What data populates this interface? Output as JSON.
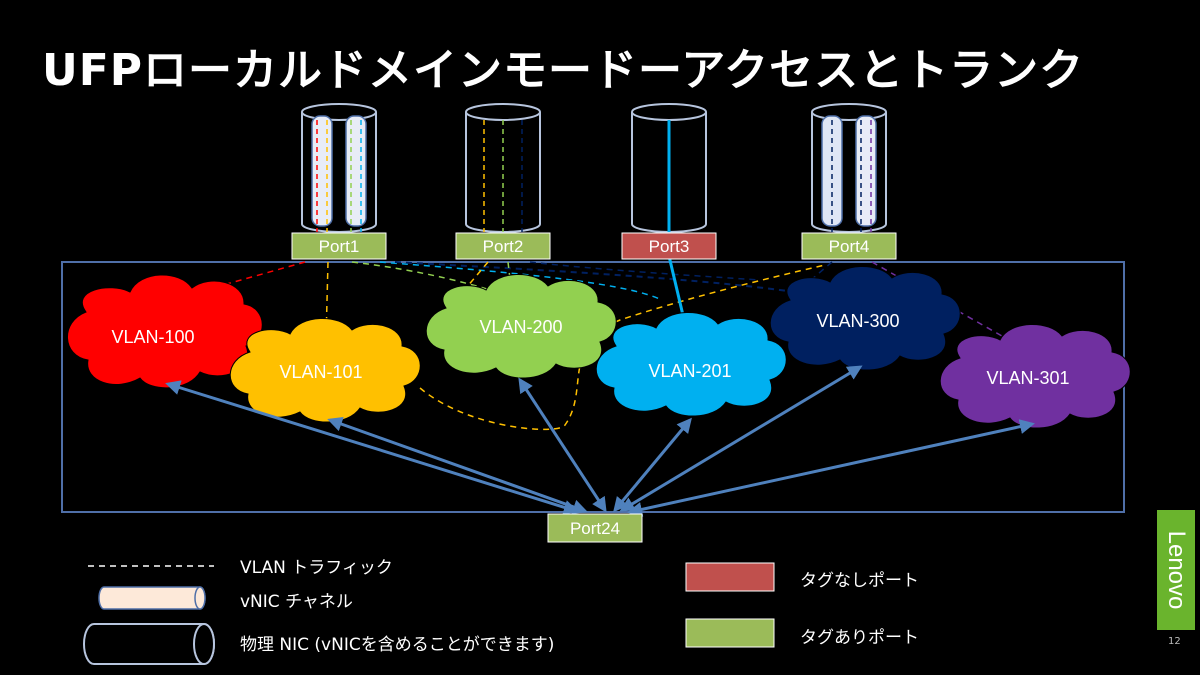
{
  "title": "UFPローカルドメインモードーアクセスとトランク",
  "ports": {
    "port1": "Port1",
    "port2": "Port2",
    "port3": "Port3",
    "port4": "Port4",
    "port24": "Port24"
  },
  "vlans": {
    "v100": "VLAN-100",
    "v101": "VLAN-101",
    "v200": "VLAN-200",
    "v201": "VLAN-201",
    "v300": "VLAN-300",
    "v301": "VLAN-301"
  },
  "legend": {
    "vlan_traffic": "VLAN トラフィック",
    "vnic_channel": "vNIC チャネル",
    "physical_nic": "物理 NIC (vNICを含めることができます)",
    "untagged_port": "タグなしポート",
    "tagged_port": "タグありポート"
  },
  "colors": {
    "untagged": "#c0504d",
    "tagged": "#9bbb59",
    "vlan100": "#ff0000",
    "vlan101": "#ffc000",
    "vlan200": "#92d050",
    "vlan201": "#00b0f0",
    "vlan300": "#002060",
    "vlan301": "#7030a0",
    "arrow": "#4f81bd"
  },
  "brand": "Lenovo",
  "page_number": "12"
}
